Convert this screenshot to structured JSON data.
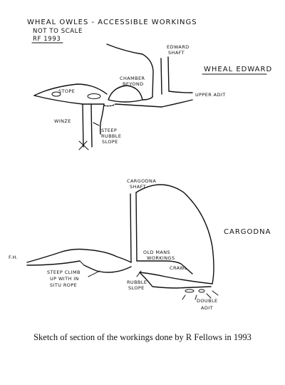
{
  "title": "WHEAL OWLES - ACCESSIBLE WORKINGS",
  "subtitle": "NOT TO SCALE",
  "ref": "RF 1993",
  "upper_section": {
    "name": "WHEAL EDWARD",
    "labels": {
      "edward_shaft_1": "EDWARD",
      "edward_shaft_2": "SHAFT",
      "chamber_1": "CHAMBER",
      "chamber_2": "BEYOND",
      "stope": "STOPE",
      "upper_adit": "UPPER ADIT",
      "winze": "WINZE",
      "steep_1": "STEEP",
      "steep_2": "RUBBLE",
      "steep_3": "SLOPE"
    }
  },
  "lower_section": {
    "name": "CARGODNA",
    "labels": {
      "shaft_1": "CARGODNA",
      "shaft_2": "SHAFT",
      "fh": "F.H.",
      "old_mans_1": "OLD MANS",
      "old_mans_2": "WORKINGS",
      "crawl": "CRAWL",
      "climb_1": "STEEP CLIMB",
      "climb_2": "UP WITH IN",
      "climb_3": "SITU ROPE",
      "rubble_1": "RUBBLE",
      "rubble_2": "SLOPE",
      "adit_1": "DOUBLE",
      "adit_2": "ADIT"
    }
  },
  "caption": "Sketch of section of the workings done by R Fellows in 1993"
}
